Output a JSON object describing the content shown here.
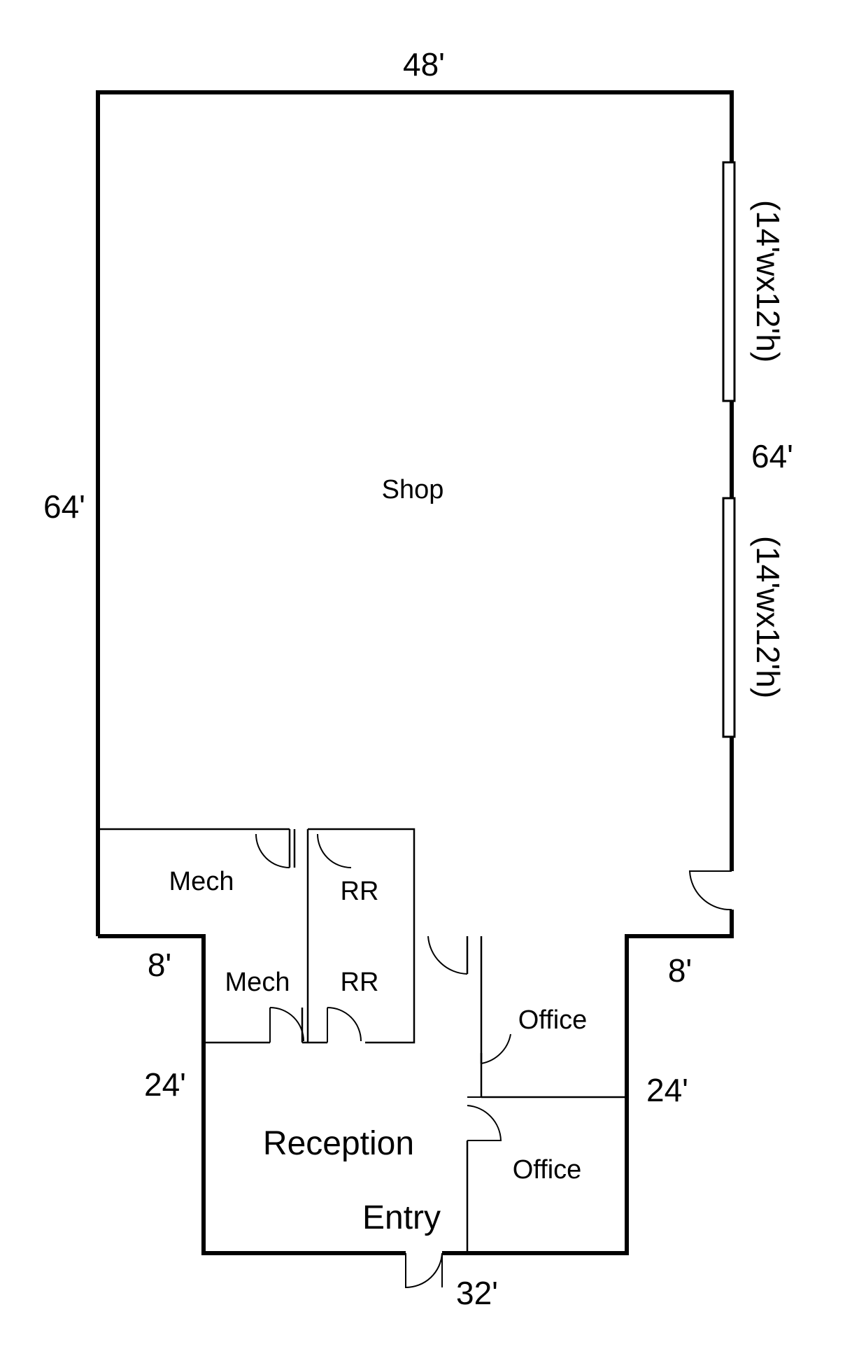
{
  "dimensions": {
    "top_width": "48'",
    "left_height": "64'",
    "right_height": "64'",
    "left_step": "8'",
    "right_step": "8'",
    "left_annex_height": "24'",
    "right_annex_height": "24'",
    "bottom_width": "32'"
  },
  "doors": {
    "overhead_door_1": "(14'wx12'h)",
    "overhead_door_2": "(14'wx12'h)"
  },
  "rooms": {
    "shop": "Shop",
    "mech_upper": "Mech",
    "rr_upper": "RR",
    "mech_lower": "Mech",
    "rr_lower": "RR",
    "office_upper": "Office",
    "office_lower": "Office",
    "reception": "Reception",
    "entry": "Entry"
  }
}
